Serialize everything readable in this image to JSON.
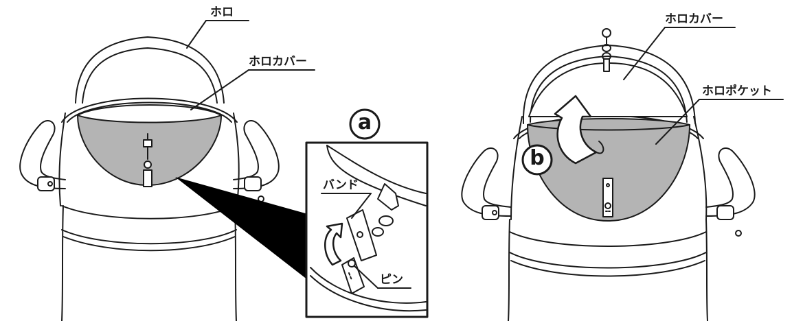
{
  "labels": {
    "left_hood": "ホロ",
    "left_hood_cover": "ホロカバー",
    "band": "バンド",
    "pin": "ピン",
    "right_hood_cover": "ホロカバー",
    "hood_pocket": "ホロポケット"
  },
  "markers": {
    "a": "a",
    "b": "b"
  },
  "colors": {
    "line": "#1a1a1a",
    "cover_fill": "#b4b4b4",
    "paper": "#ffffff",
    "callout": "#000000"
  }
}
